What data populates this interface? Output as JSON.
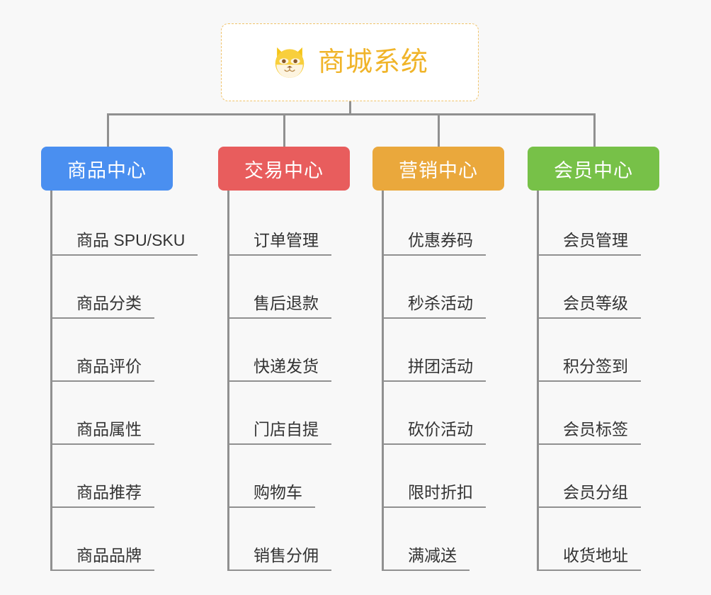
{
  "page": {
    "background_color": "#f8f8f8",
    "line_color": "#909090",
    "leaf_text_color": "#333333"
  },
  "root": {
    "title": "商城系统",
    "logo_icon": "shiba-dog-face-icon",
    "title_color": "#f0b429",
    "border_color": "#f0c36b",
    "background_color": "#ffffff"
  },
  "categories": [
    {
      "label": "商品中心",
      "color": "#4a8ff0",
      "items": [
        {
          "label": "商品 SPU/SKU"
        },
        {
          "label": "商品分类"
        },
        {
          "label": "商品评价"
        },
        {
          "label": "商品属性"
        },
        {
          "label": "商品推荐"
        },
        {
          "label": "商品品牌"
        }
      ]
    },
    {
      "label": "交易中心",
      "color": "#e85d5d",
      "items": [
        {
          "label": "订单管理"
        },
        {
          "label": "售后退款"
        },
        {
          "label": "快递发货"
        },
        {
          "label": "门店自提"
        },
        {
          "label": "购物车"
        },
        {
          "label": "销售分佣"
        }
      ]
    },
    {
      "label": "营销中心",
      "color": "#eaa83c",
      "items": [
        {
          "label": "优惠券码"
        },
        {
          "label": "秒杀活动"
        },
        {
          "label": "拼团活动"
        },
        {
          "label": "砍价活动"
        },
        {
          "label": "限时折扣"
        },
        {
          "label": "满减送"
        }
      ]
    },
    {
      "label": "会员中心",
      "color": "#77c148",
      "items": [
        {
          "label": "会员管理"
        },
        {
          "label": "会员等级"
        },
        {
          "label": "积分签到"
        },
        {
          "label": "会员标签"
        },
        {
          "label": "会员分组"
        },
        {
          "label": "收货地址"
        }
      ]
    }
  ]
}
